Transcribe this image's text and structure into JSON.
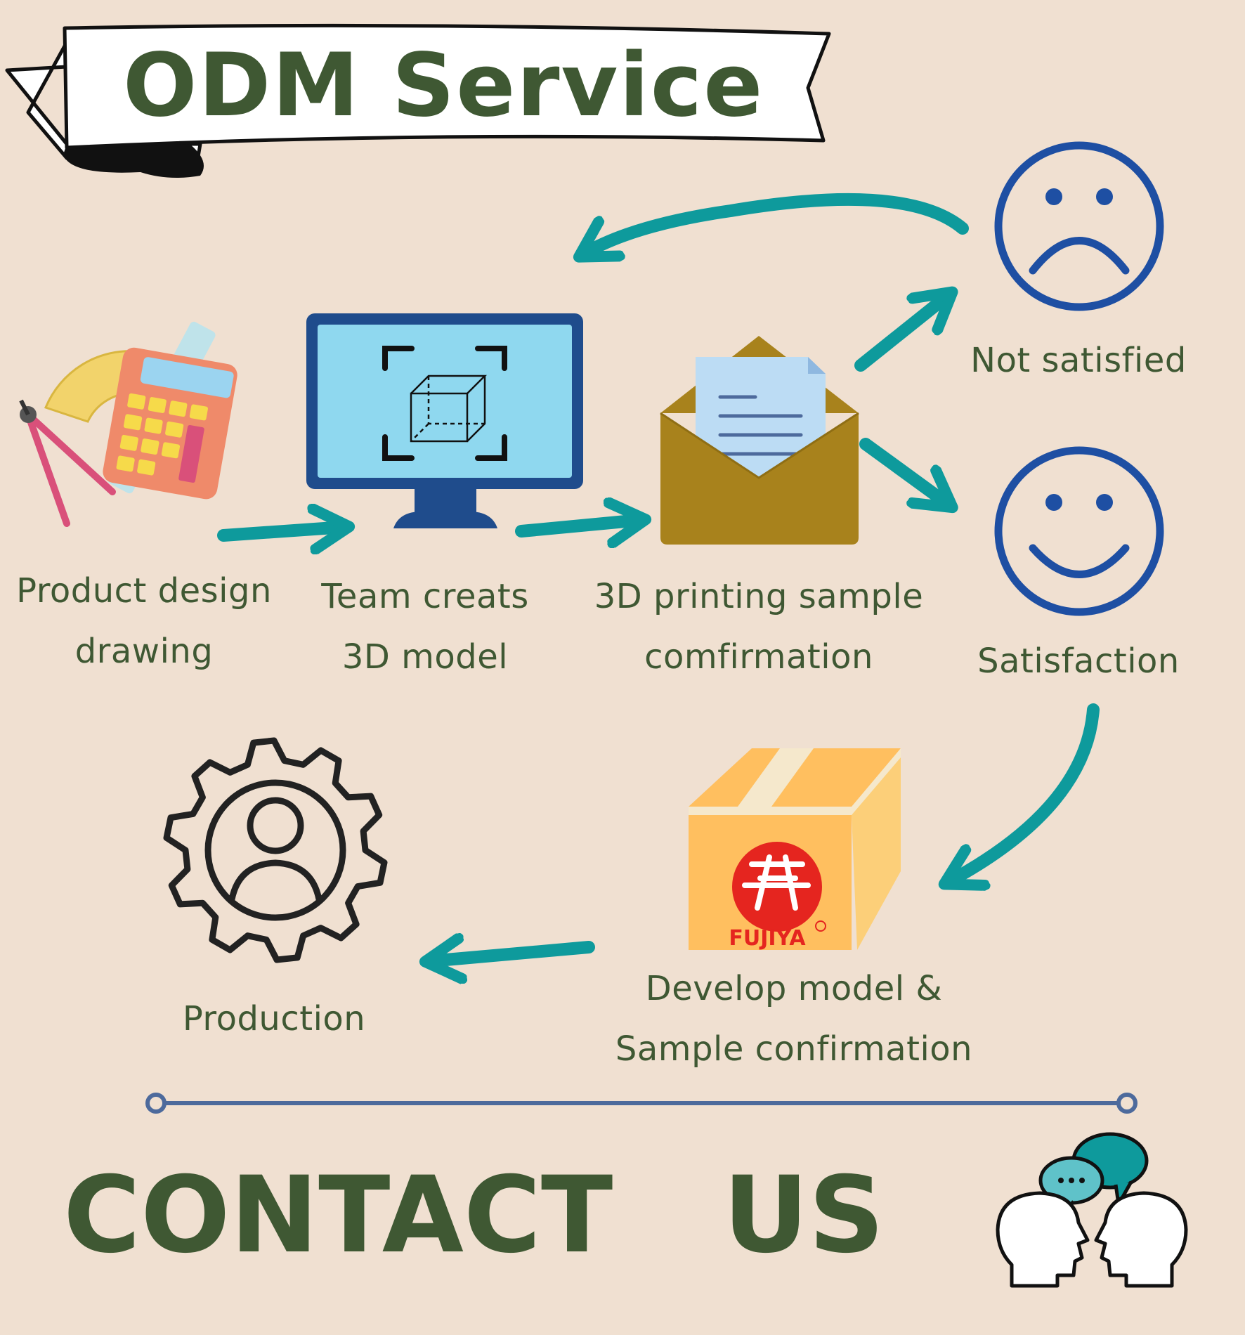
{
  "title": "ODM Service",
  "steps": {
    "design": {
      "line1": "Product design",
      "line2": "drawing"
    },
    "model": {
      "line1": "Team creats",
      "line2": "3D model"
    },
    "print": {
      "line1": "3D printing sample",
      "line2": "comfirmation"
    },
    "not_satisfied": "Not satisfied",
    "satisfied": "Satisfaction",
    "develop": {
      "line1": "Develop model &",
      "line2": "Sample confirmation"
    },
    "production": "Production"
  },
  "box_brand": "FUJIYA",
  "contact": "CONTACT   US",
  "colors": {
    "background": "#f0e0d1",
    "text": "#3f5833",
    "arrow": "#0e9a9c",
    "face": "#1e4fa3",
    "divider": "#4d6a9c"
  },
  "icons": [
    "drafting-tools-icon",
    "monitor-3d-cube-icon",
    "envelope-letter-icon",
    "sad-face-icon",
    "smile-face-icon",
    "package-box-icon",
    "gear-person-icon",
    "conversation-heads-icon"
  ]
}
